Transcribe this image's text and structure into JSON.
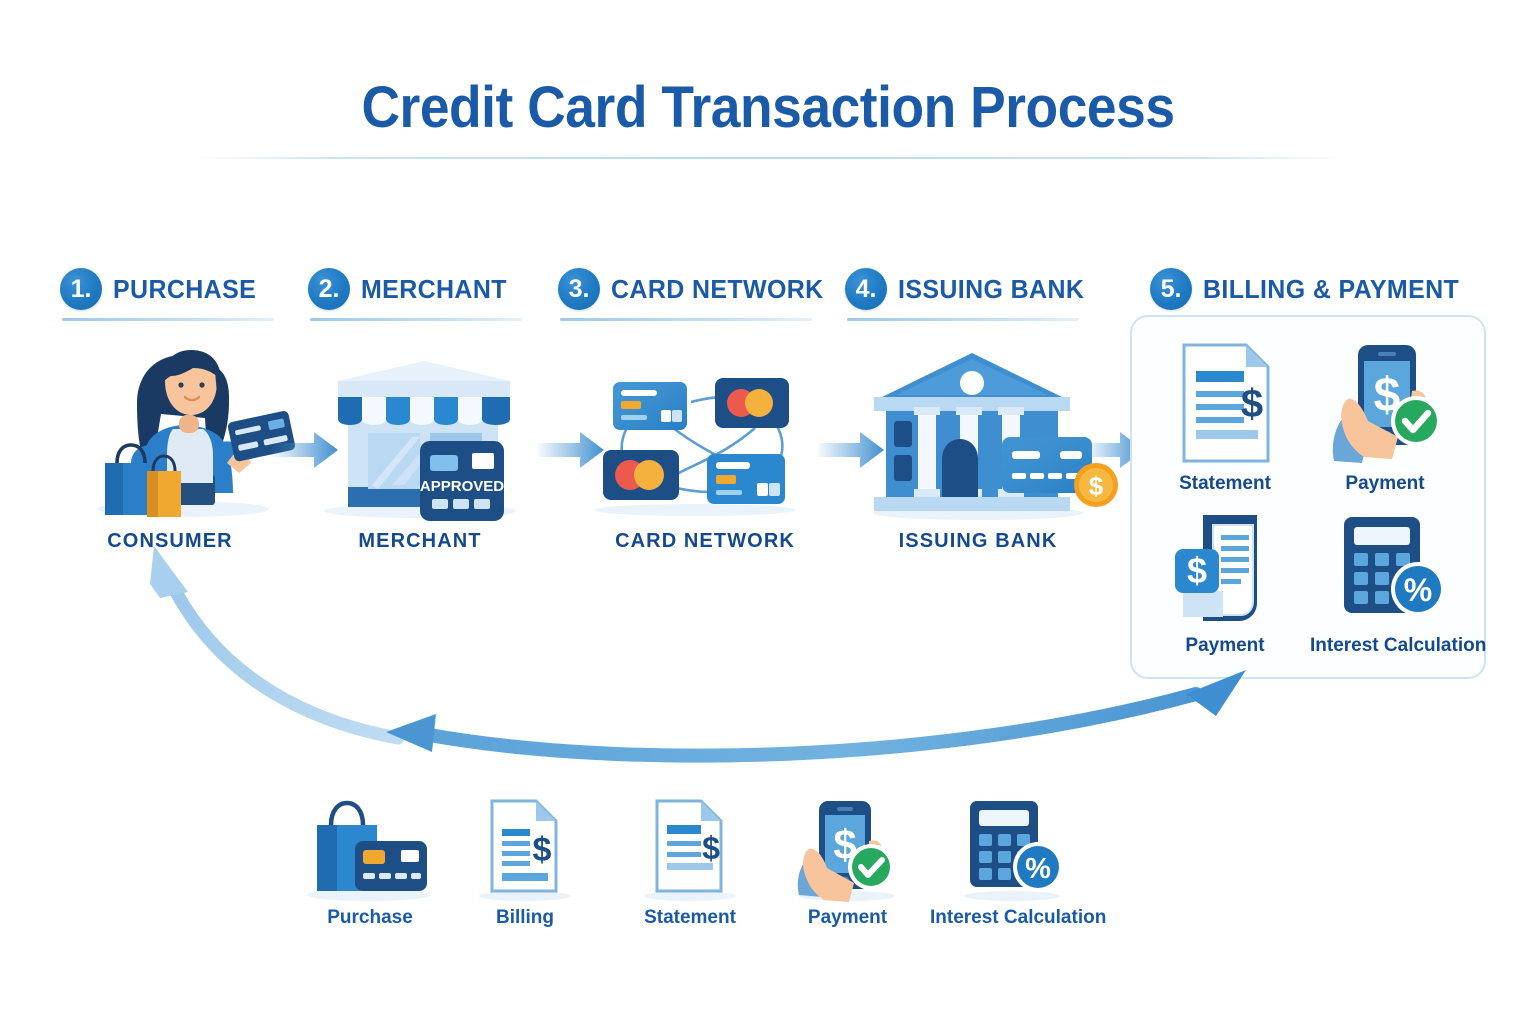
{
  "page": {
    "title": "Credit Card Transaction Process",
    "background": "#ffffff",
    "colors": {
      "title_blue": "#1a5aa8",
      "badge_blue": "#1f7ac2",
      "caption_navy": "#15498f",
      "arrow_blue": "#4a95d2",
      "accent_orange": "#f5a623",
      "accent_red": "#eb4d4b",
      "accent_green": "#27a85f",
      "panel_border": "#cfe3f6"
    }
  },
  "steps": [
    {
      "number": "1.",
      "label": "PURCHASE",
      "caption": "CONSUMER",
      "icon": "consumer-shopper-icon"
    },
    {
      "number": "2.",
      "label": "MERCHANT",
      "caption": "MERCHANT",
      "icon": "storefront-terminal-icon"
    },
    {
      "number": "3.",
      "label": "CARD NETWORK",
      "caption": "CARD NETWORK",
      "icon": "card-network-icon"
    },
    {
      "number": "4.",
      "label": "ISSUING BANK",
      "caption": "ISSUING BANK",
      "icon": "bank-building-icon"
    },
    {
      "number": "5.",
      "label": "BILLING & PAYMENT",
      "caption": "",
      "icon": "billing-panel-icon"
    }
  ],
  "merchant_terminal": {
    "status_text": "APPROVED"
  },
  "billing_panel": {
    "items": [
      {
        "label": "Statement",
        "icon": "statement-document-icon"
      },
      {
        "label": "Payment",
        "icon": "mobile-payment-check-icon"
      },
      {
        "label": "Payment",
        "icon": "bill-dollar-icon"
      },
      {
        "label": "Interest Calculation",
        "icon": "calculator-percent-icon"
      }
    ]
  },
  "bottom_strip": {
    "items": [
      {
        "label": "Purchase",
        "icon": "shopping-bag-card-icon"
      },
      {
        "label": "Billing",
        "icon": "billing-document-icon"
      },
      {
        "label": "Statement",
        "icon": "statement-document-icon"
      },
      {
        "label": "Payment",
        "icon": "mobile-payment-check-icon"
      },
      {
        "label": "Interest Calculation",
        "icon": "calculator-percent-icon"
      }
    ]
  },
  "flow_arrows": {
    "forward": [
      {
        "from": "CONSUMER",
        "to": "MERCHANT"
      },
      {
        "from": "MERCHANT",
        "to": "CARD NETWORK"
      },
      {
        "from": "CARD NETWORK",
        "to": "ISSUING BANK"
      },
      {
        "from": "ISSUING BANK",
        "to": "BILLING & PAYMENT"
      }
    ],
    "feedback": [
      {
        "direction": "up-left",
        "to": "CONSUMER",
        "style": "light-curve"
      },
      {
        "direction": "right-to-left",
        "to": "CONSUMER",
        "style": "solid-curve"
      },
      {
        "direction": "up-right",
        "to": "BILLING & PAYMENT",
        "style": "solid-curve"
      }
    ]
  }
}
